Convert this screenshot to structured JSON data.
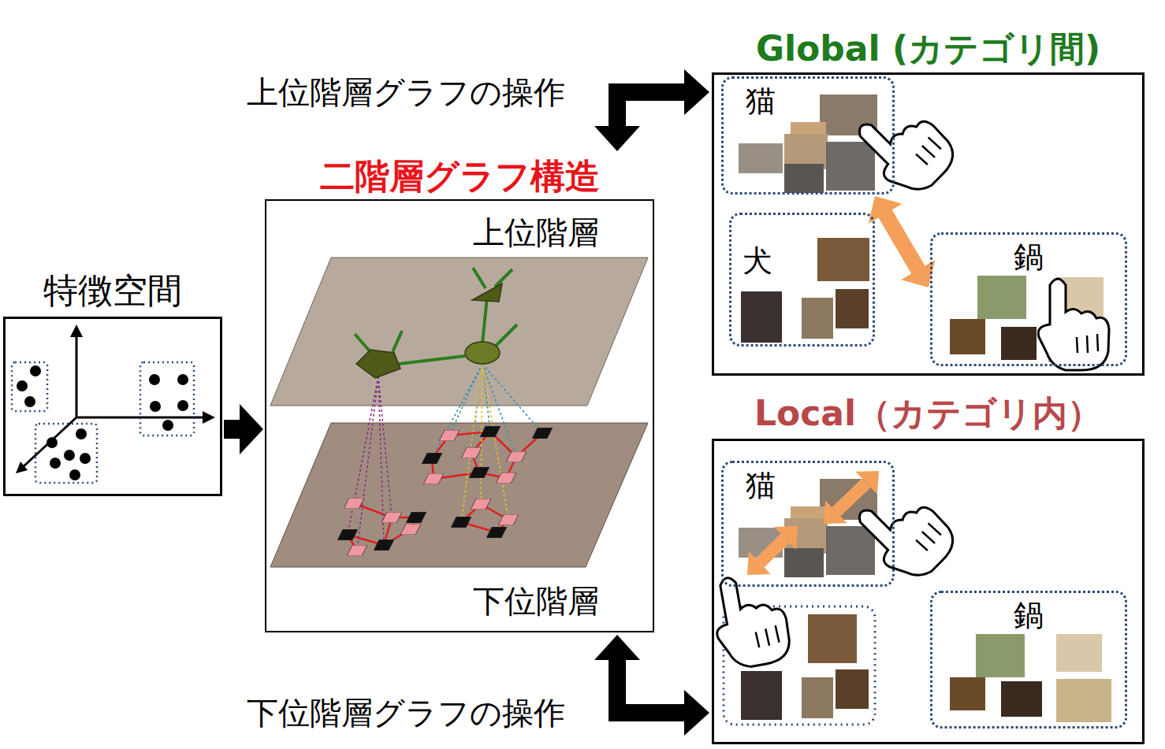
{
  "diagram": {
    "nodes": [
      {
        "text": [
          "特徴空間"
        ]
      },
      {
        "text": [
          "二階層グラフ構造",
          "上位階層",
          "下位階層"
        ]
      },
      {
        "text": [
          "Global (カテゴリ間)"
        ]
      },
      {
        "text": [
          "猫"
        ],
        "in": 2
      },
      {
        "text": [
          "犬"
        ],
        "in": 2
      },
      {
        "text": [
          "鍋"
        ],
        "in": 2
      },
      {
        "text": [
          "Local（カテゴリ内）"
        ]
      },
      {
        "text": [
          "猫"
        ],
        "in": 6
      },
      {
        "text": [
          "鍋"
        ],
        "in": 6
      }
    ],
    "edges": [
      {
        "from": 0,
        "to": 1,
        "arrow": "to"
      },
      {
        "from": 1,
        "to": 2,
        "arrow": "both",
        "label": "上位階層グラフの操作"
      },
      {
        "from": 3,
        "to": 5,
        "arrow": "both"
      },
      {
        "from": 1,
        "to": 6,
        "arrow": "both",
        "label": "下位階層グラフの操作"
      }
    ]
  }
}
